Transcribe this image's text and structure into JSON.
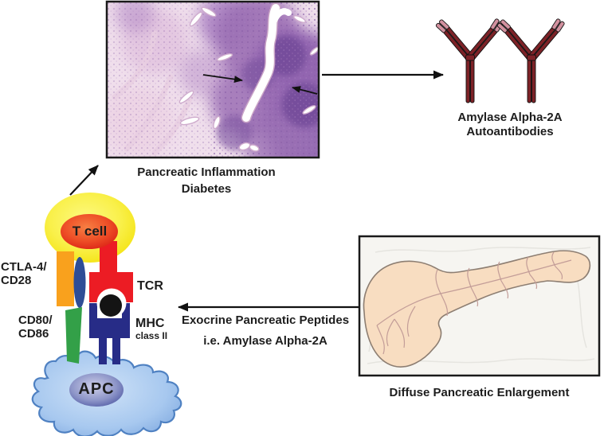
{
  "figure": {
    "histology": {
      "caption_line1": "Pancreatic Inflammation",
      "caption_line2": "Diabetes"
    },
    "autoantibodies": {
      "label_line1": "Amylase Alpha-2A",
      "label_line2": "Autoantibodies"
    },
    "immune_synapse": {
      "t_cell": "T cell",
      "ctla4_line1": "CTLA-4/",
      "ctla4_line2": "CD28",
      "tcr": "TCR",
      "cd80_line1": "CD80/",
      "cd80_line2": "CD86",
      "mhc": "MHC",
      "mhc_class": "class II",
      "apc": "APC"
    },
    "peptide_arrow": {
      "line1": "Exocrine Pancreatic Peptides",
      "line2": "i.e. Amylase Alpha-2A"
    },
    "pancreas": {
      "caption": "Diffuse Pancreatic Enlargement"
    }
  },
  "colors": {
    "t_cell_membrane": "#f6e81d",
    "t_cell_body_edge": "#df2318",
    "ctla4_bar": "#f9a11d",
    "ctla4_receptor": "#2e4d96",
    "tcr_red": "#ec1c24",
    "cd80_bar": "#33a048",
    "mhc_navy": "#272c87",
    "antigen_black": "#141414",
    "apc_outline": "#4f81c2",
    "antibody_body": "#7d2227",
    "antibody_tip": "#d2919f",
    "arrow_black": "#111111",
    "pancreas_fill": "#f8ddc1"
  }
}
